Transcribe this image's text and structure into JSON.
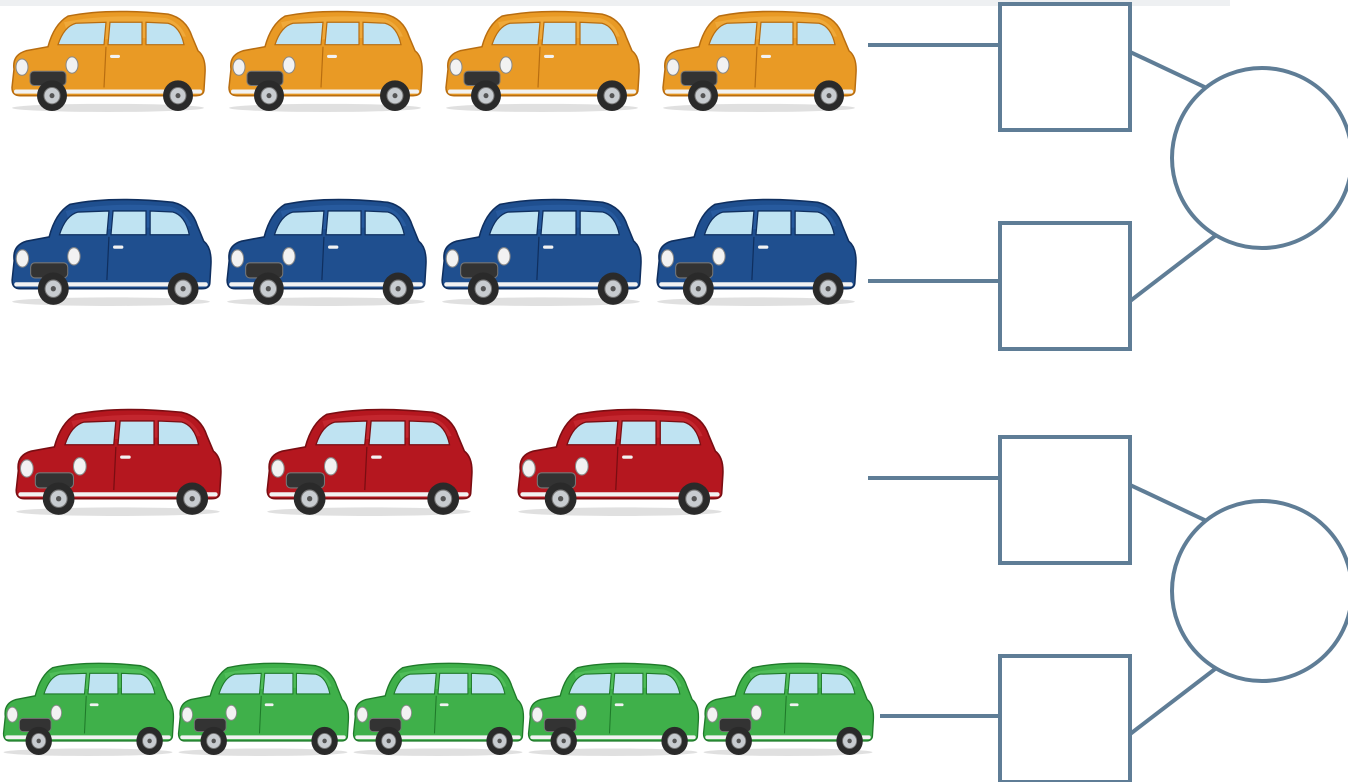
{
  "worksheet": {
    "rows": [
      {
        "color_name": "orange",
        "body": "#e99a25",
        "dark": "#b86d10",
        "roof": "#f3b44a",
        "count": 4
      },
      {
        "color_name": "blue",
        "body": "#1f4f8f",
        "dark": "#0f2f5f",
        "roof": "#2d63a8",
        "count": 4
      },
      {
        "color_name": "red",
        "body": "#b5171f",
        "dark": "#7a0d12",
        "roof": "#cd3038",
        "count": 3
      },
      {
        "color_name": "green",
        "body": "#3fb04a",
        "dark": "#1f7a2a",
        "roof": "#5cc866",
        "count": 5
      }
    ],
    "answer_boxes": [
      "",
      "",
      "",
      ""
    ],
    "sum_circles": [
      "",
      ""
    ],
    "line_color": "#5f7d96",
    "window_color": "#bfe3f2",
    "tire_color": "#2a2a2a",
    "hubcap_color": "#c8ccd0",
    "chrome_color": "#f2f2f2"
  }
}
